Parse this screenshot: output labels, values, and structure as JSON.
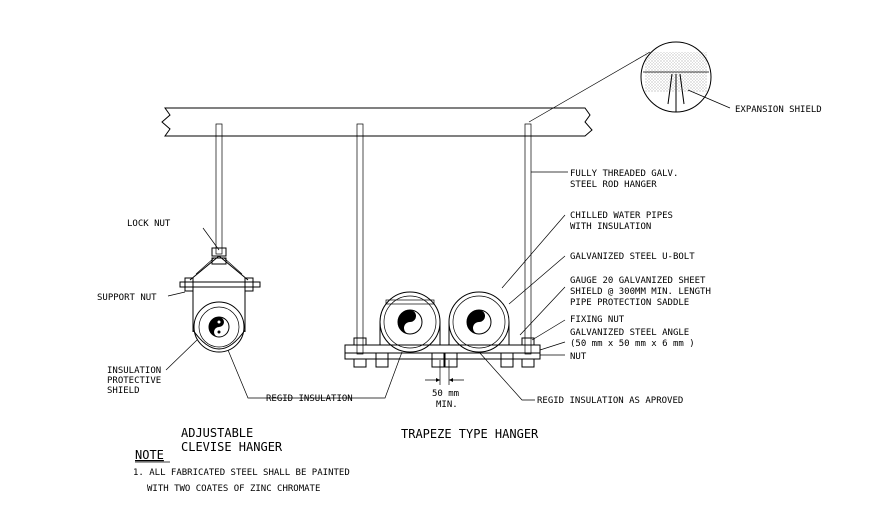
{
  "labels": {
    "expansion_shield": "EXPANSION SHIELD",
    "rod_hanger_1": "FULLY THREADED GALV.",
    "rod_hanger_2": "STEEL ROD HANGER",
    "chilled_1": "CHILLED WATER PIPES",
    "chilled_2": "WITH INSULATION",
    "ubolt": "GALVANIZED STEEL U-BOLT",
    "gauge_1": "GAUGE 20 GALVANIZED SHEET",
    "gauge_2": "SHIELD @ 300MM MIN. LENGTH",
    "gauge_3": "PIPE PROTECTION SADDLE",
    "fixing_nut": "FIXING NUT",
    "angle_1": "GALVANIZED STEEL ANGLE",
    "angle_2": "(50 mm x 50 mm x 6 mm )",
    "nut": "NUT",
    "lock_nut": "LOCK NUT",
    "support_nut": "SUPPORT NUT",
    "insulation_1": "INSULATION",
    "insulation_2": "PROTECTIVE",
    "insulation_3": "SHIELD",
    "regid_left": "REGID INSULATION",
    "regid_right": "REGID INSULATION AS APROVED",
    "dim_1": "50 mm",
    "dim_2": "MIN."
  },
  "titles": {
    "adjustable_1": "ADJUSTABLE",
    "adjustable_2": "CLEVISE HANGER",
    "trapeze": "TRAPEZE TYPE HANGER"
  },
  "note": {
    "heading": "NOTE",
    "line_1": "1. ALL FABRICATED STEEL SHALL BE PAINTED",
    "line_2": "WITH TWO COATES OF ZINC CHROMATE"
  }
}
